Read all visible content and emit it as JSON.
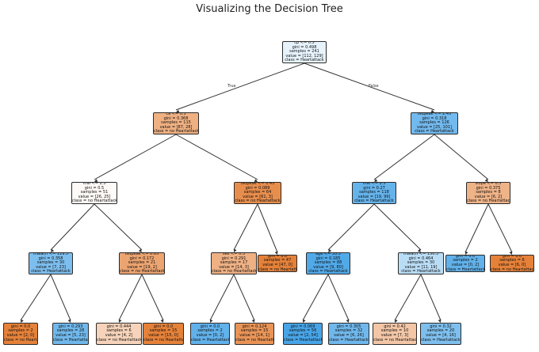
{
  "title": "Visualizing the Decision Tree",
  "edge_labels": {
    "true": "True",
    "false": "False"
  },
  "colors": {
    "orange": "#e58139",
    "blue": "#399de5",
    "edge": "#333333"
  },
  "nodes": [
    {
      "id": "n0",
      "lines": [
        "cp <= 0.5",
        "gini = 0.498",
        "samples = 241",
        "value = [112, 129]",
        "class = Heartattack"
      ],
      "class_color": "blue",
      "purity": 0.12
    },
    {
      "id": "n1",
      "lines": [
        "ca <= 0.5",
        "gini = 0.368",
        "samples = 115",
        "value = [87, 28]",
        "class = no Heartattack"
      ],
      "class_color": "orange",
      "purity": 0.63
    },
    {
      "id": "n2",
      "lines": [
        "oldpeak <= 2.45",
        "gini = 0.318",
        "samples = 126",
        "value = [25, 101]",
        "class = Heartattack"
      ],
      "class_color": "blue",
      "purity": 0.71
    },
    {
      "id": "n3",
      "lines": [
        "thal <= 2.5",
        "gini = 0.5",
        "samples = 51",
        "value = [26, 25]",
        "class = no Heartattack"
      ],
      "class_color": "orange",
      "purity": 0.04
    },
    {
      "id": "n4",
      "lines": [
        "oldpeak <= 0.45",
        "gini = 0.089",
        "samples = 64",
        "value = [61, 3]",
        "class = no Heartattack"
      ],
      "class_color": "orange",
      "purity": 0.9
    },
    {
      "id": "n5",
      "lines": [
        "thal <= 2.5",
        "gini = 0.27",
        "samples = 118",
        "value = [19, 99]",
        "class = Heartattack"
      ],
      "class_color": "blue",
      "purity": 0.78
    },
    {
      "id": "n6",
      "lines": [
        "slope <= 0.5",
        "gini = 0.375",
        "samples = 8",
        "value = [6, 2]",
        "class = no Heartattack"
      ],
      "class_color": "orange",
      "purity": 0.6
    },
    {
      "id": "n7",
      "lines": [
        "thalach <= 119.5",
        "gini = 0.358",
        "samples = 30",
        "value = [7, 23]",
        "class = Heartattack"
      ],
      "class_color": "blue",
      "purity": 0.66
    },
    {
      "id": "n8",
      "lines": [
        "oldpeak <= 0.65",
        "gini = 0.172",
        "samples = 21",
        "value = [19, 2]",
        "class = no Heartattack"
      ],
      "class_color": "orange",
      "purity": 0.72
    },
    {
      "id": "n9",
      "lines": [
        "sex <= 0.5",
        "gini = 0.291",
        "samples = 17",
        "value = [14, 3]",
        "class = no Heartattack"
      ],
      "class_color": "orange",
      "purity": 0.62
    },
    {
      "id": "n10",
      "lines": [
        "gini = 0.0",
        "samples = 47",
        "value = [47, 0]",
        "class = no Heartattack"
      ],
      "class_color": "orange",
      "purity": 1.0
    },
    {
      "id": "n11",
      "lines": [
        "age <= 55.5",
        "gini = 0.185",
        "samples = 88",
        "value = [9, 80]",
        "class = Heartattack"
      ],
      "class_color": "blue",
      "purity": 0.88
    },
    {
      "id": "n12",
      "lines": [
        "thalach <= 150.5",
        "gini = 0.464",
        "samples = 30",
        "value = [11, 19]",
        "class = Heartattack"
      ],
      "class_color": "blue",
      "purity": 0.35
    },
    {
      "id": "n13",
      "lines": [
        "gini = 0.0",
        "samples = 2",
        "value = [0, 2]",
        "class = Heartattack"
      ],
      "class_color": "blue",
      "purity": 0.8
    },
    {
      "id": "n14",
      "lines": [
        "gini = 0.0",
        "samples = 6",
        "value = [6, 0]",
        "class = no Heartattack"
      ],
      "class_color": "orange",
      "purity": 1.0
    },
    {
      "id": "n15",
      "lines": [
        "gini = 0.0",
        "samples = 2",
        "value = [2, 0]",
        "class = no Heartattack"
      ],
      "class_color": "orange",
      "purity": 1.0
    },
    {
      "id": "n16",
      "lines": [
        "gini = 0.293",
        "samples = 28",
        "value = [5, 23]",
        "class = Heartattack"
      ],
      "class_color": "blue",
      "purity": 0.72
    },
    {
      "id": "n17",
      "lines": [
        "gini = 0.444",
        "samples = 6",
        "value = [4, 2]",
        "class = no Heartattack"
      ],
      "class_color": "orange",
      "purity": 0.35
    },
    {
      "id": "n18",
      "lines": [
        "gini = 0.0",
        "samples = 15",
        "value = [15, 0]",
        "class = no Heartattack"
      ],
      "class_color": "orange",
      "purity": 1.0
    },
    {
      "id": "n19",
      "lines": [
        "gini = 0.0",
        "samples = 2",
        "value = [0, 2]",
        "class = Heartattack"
      ],
      "class_color": "blue",
      "purity": 0.8
    },
    {
      "id": "n20",
      "lines": [
        "gini = 0.124",
        "samples = 15",
        "value = [14, 1]",
        "class = no Heartattack"
      ],
      "class_color": "orange",
      "purity": 0.85
    },
    {
      "id": "n21",
      "lines": [
        "gini = 0.069",
        "samples = 56",
        "value = [2, 54]",
        "class = Heartattack"
      ],
      "class_color": "blue",
      "purity": 0.93
    },
    {
      "id": "n22",
      "lines": [
        "gini = 0.305",
        "samples = 32",
        "value = [6, 26]",
        "class = Heartattack"
      ],
      "class_color": "blue",
      "purity": 0.72
    },
    {
      "id": "n23",
      "lines": [
        "gini = 0.42",
        "samples = 10",
        "value = [7, 3]",
        "class = no Heartattack"
      ],
      "class_color": "orange",
      "purity": 0.45
    },
    {
      "id": "n24",
      "lines": [
        "gini = 0.32",
        "samples = 20",
        "value = [4, 16]",
        "class = Heartattack"
      ],
      "class_color": "blue",
      "purity": 0.65
    }
  ],
  "edges": [
    [
      "n0",
      "n1"
    ],
    [
      "n0",
      "n2"
    ],
    [
      "n1",
      "n3"
    ],
    [
      "n1",
      "n4"
    ],
    [
      "n2",
      "n5"
    ],
    [
      "n2",
      "n6"
    ],
    [
      "n3",
      "n7"
    ],
    [
      "n3",
      "n8"
    ],
    [
      "n4",
      "n9"
    ],
    [
      "n4",
      "n10"
    ],
    [
      "n5",
      "n11"
    ],
    [
      "n5",
      "n12"
    ],
    [
      "n6",
      "n13"
    ],
    [
      "n6",
      "n14"
    ],
    [
      "n7",
      "n15"
    ],
    [
      "n7",
      "n16"
    ],
    [
      "n8",
      "n17"
    ],
    [
      "n8",
      "n18"
    ],
    [
      "n9",
      "n19"
    ],
    [
      "n9",
      "n20"
    ],
    [
      "n11",
      "n21"
    ],
    [
      "n11",
      "n22"
    ],
    [
      "n12",
      "n23"
    ],
    [
      "n12",
      "n24"
    ]
  ]
}
